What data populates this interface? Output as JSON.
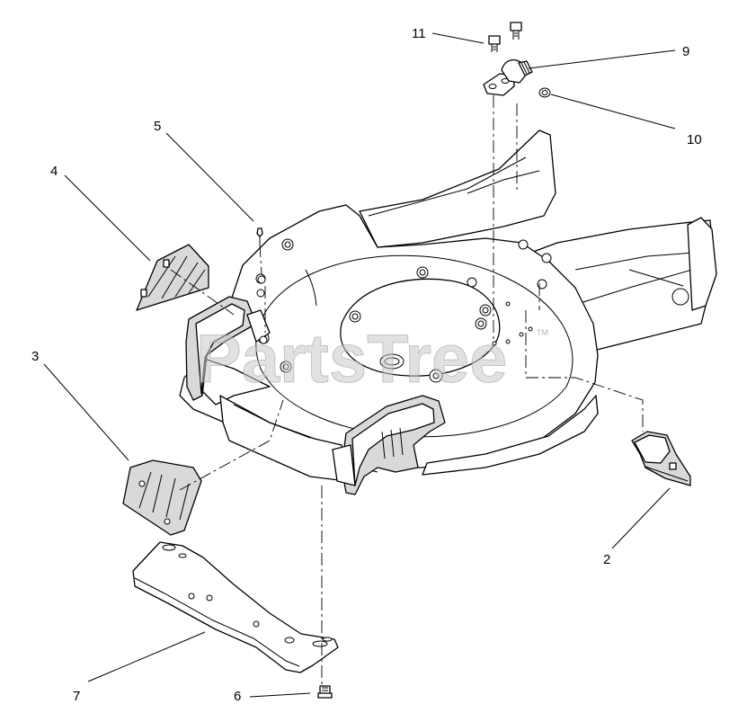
{
  "callouts": {
    "c1": "11",
    "c2": "9",
    "c3": "10",
    "c4": "5",
    "c5": "4",
    "c6": "3",
    "c7": "2",
    "c8": "7",
    "c9": "6"
  },
  "watermark": {
    "text": "PartsTree",
    "trademark": "TM"
  }
}
